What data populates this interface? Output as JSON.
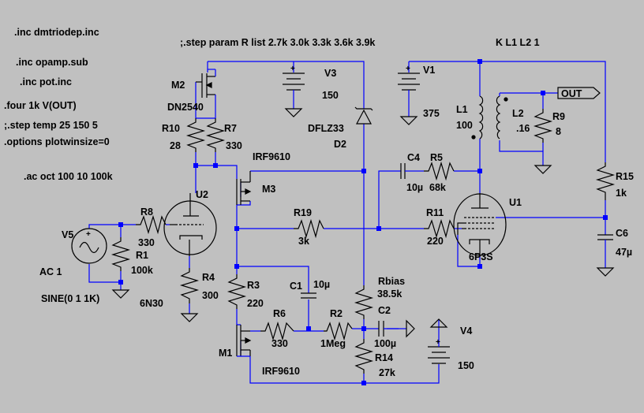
{
  "directives": {
    "inc_dmtriodep": ".inc dmtriodep.inc",
    "inc_opamp": ".inc opamp.sub",
    "inc_pot": ".inc pot.inc",
    "four": ".four 1k V(OUT)",
    "step_temp": ";.step temp 25 150 5",
    "options": ".options plotwinsize=0",
    "ac": ".ac oct 100 10 100k",
    "step_param": ";.step param R list 2.7k 3.0k 3.3k 3.6k 3.9k",
    "coupling": "K L1 L2 1"
  },
  "components": {
    "M2": {
      "name": "M2",
      "model": "DN2540"
    },
    "R10": {
      "name": "R10",
      "value": "28"
    },
    "R7": {
      "name": "R7",
      "value": "330"
    },
    "V3": {
      "name": "V3",
      "value": "150"
    },
    "D2": {
      "name": "D2",
      "model": "DFLZ33"
    },
    "V1": {
      "name": "V1",
      "value": "375"
    },
    "L1": {
      "name": "L1",
      "value": "100"
    },
    "L2": {
      "name": "L2",
      "value": ".16"
    },
    "R9": {
      "name": "R9",
      "value": "8"
    },
    "C4": {
      "name": "C4",
      "value": "10µ"
    },
    "R5": {
      "name": "R5",
      "value": "68k"
    },
    "M3": {
      "name": "M3",
      "model": "IRF9610"
    },
    "U2": {
      "name": "U2",
      "model": "6N30"
    },
    "R8": {
      "name": "R8",
      "value": "330"
    },
    "V5": {
      "name": "V5",
      "ac": "AC 1",
      "sine": "SINE(0 1 1K)"
    },
    "R1": {
      "name": "R1",
      "value": "100k"
    },
    "R4": {
      "name": "R4",
      "value": "300"
    },
    "R19": {
      "name": "R19",
      "value": "3k"
    },
    "R11": {
      "name": "R11",
      "value": "220"
    },
    "U1": {
      "name": "U1",
      "model": "6P3S"
    },
    "R15": {
      "name": "R15",
      "value": "1k"
    },
    "C6": {
      "name": "C6",
      "value": "47µ"
    },
    "R3": {
      "name": "R3",
      "value": "220"
    },
    "C1": {
      "name": "C1",
      "value": "10µ"
    },
    "Rbias": {
      "name": "Rbias",
      "value": "38.5k"
    },
    "R6": {
      "name": "R6",
      "value": "330"
    },
    "R2": {
      "name": "R2",
      "value": "1Meg"
    },
    "C2": {
      "name": "C2",
      "value": "100µ"
    },
    "V4": {
      "name": "V4",
      "value": "150"
    },
    "M1": {
      "name": "M1",
      "model": "IRF9610"
    },
    "R14": {
      "name": "R14",
      "value": "27k"
    }
  },
  "net_labels": {
    "out": "OUT"
  },
  "polarity": {
    "plus": "+",
    "minus": "−"
  },
  "colors": {
    "background": "#c0c0c0",
    "wire": "#0000ff",
    "component": "#000000",
    "text": "#000000"
  }
}
